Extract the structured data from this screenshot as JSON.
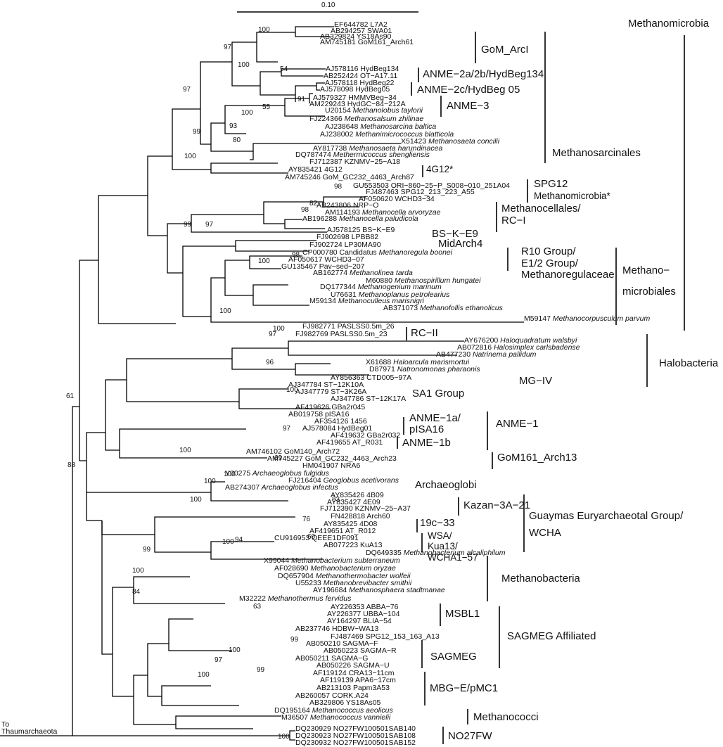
{
  "scale_label": "0.10",
  "outgroup": [
    "To",
    "Thaumarchaeota"
  ],
  "leaves": [
    {
      "id": "EF644782 L7A2",
      "sp": ""
    },
    {
      "id": "AB294257 SWA01",
      "sp": ""
    },
    {
      "id": "AB329824 YS18As90",
      "sp": ""
    },
    {
      "id": "AM745181 GoM161_Arch61",
      "sp": ""
    },
    {
      "id": "AJ578116 HydBeg134",
      "sp": ""
    },
    {
      "id": "AB252424 OT−A17.11",
      "sp": ""
    },
    {
      "id": "AJ578118 HydBeg22",
      "sp": ""
    },
    {
      "id": "AJ578098 HydBeg05",
      "sp": ""
    },
    {
      "id": "AJ579327 HMMVBeg−34",
      "sp": ""
    },
    {
      "id": "AM229243 HydGC−84−212A",
      "sp": ""
    },
    {
      "id": "U20154",
      "sp": "Methanolobus taylorii"
    },
    {
      "id": "FJ224366",
      "sp": "Methanosalsum zhilinae"
    },
    {
      "id": "AJ238648",
      "sp": "Methanosarcina baltica"
    },
    {
      "id": "AJ238002",
      "sp": "Methanimicrococcus blatticola"
    },
    {
      "id": "X51423",
      "sp": "Methanosaeta concilii"
    },
    {
      "id": "AY817738",
      "sp": "Methanosaeta harundinacea"
    },
    {
      "id": "DQ787474",
      "sp": "Methermicoccus shengliensis"
    },
    {
      "id": "FJ712387 KZNMV−25−A18",
      "sp": ""
    },
    {
      "id": "AY835421 4G12",
      "sp": ""
    },
    {
      "id": "AM745246 GoM_GC232_4463_Arch87",
      "sp": ""
    },
    {
      "id": "GU553503 ORI−860−25−P_S008−010_251A04",
      "sp": ""
    },
    {
      "id": "FJ487463 SPG12_213_223_A55",
      "sp": ""
    },
    {
      "id": "AF050620 WCHD3−34",
      "sp": ""
    },
    {
      "id": "AB243806 NRP−O",
      "sp": ""
    },
    {
      "id": "AM114193",
      "sp": "Methanocella arvoryzae"
    },
    {
      "id": "AB196288",
      "sp": "Methanocella paludicola"
    },
    {
      "id": "AJ578125 BS−K−E9",
      "sp": ""
    },
    {
      "id": "FJ902698 LPBB82",
      "sp": ""
    },
    {
      "id": "FJ902724 LP30MA90",
      "sp": ""
    },
    {
      "id": "CP000780 Candidatus",
      "sp": "Methanoregula boonei"
    },
    {
      "id": "AF050617 WCHD3−07",
      "sp": ""
    },
    {
      "id": "GU135467 Pav−sed−207",
      "sp": ""
    },
    {
      "id": "AB162774",
      "sp": "Methanolinea tarda"
    },
    {
      "id": "M60880",
      "sp": "Methanospirillum hungatei"
    },
    {
      "id": "DQ177344",
      "sp": "Methanogenium marinum"
    },
    {
      "id": "U76631",
      "sp": "Methanoplanus petrolearius"
    },
    {
      "id": "M59134",
      "sp": "Methanoculleus marisnigri"
    },
    {
      "id": "AB371073",
      "sp": "Methanofollis ethanolicus"
    },
    {
      "id": "M59147",
      "sp": "Methanocorpusculum parvum"
    },
    {
      "id": "FJ982771 PASLSS0.5m_26",
      "sp": ""
    },
    {
      "id": "FJ982769 PASLSS0.5m_23",
      "sp": ""
    },
    {
      "id": "AY676200",
      "sp": "Haloquadratum walsbyi"
    },
    {
      "id": "AB072816",
      "sp": "Halosimplex carlsbadense"
    },
    {
      "id": "AB477230",
      "sp": "Natrinema pallidum"
    },
    {
      "id": "X61688",
      "sp": "Haloarcula marismortui"
    },
    {
      "id": "D87971",
      "sp": "Natronomonas pharaonis"
    },
    {
      "id": "AY856363 CTD005−97A",
      "sp": ""
    },
    {
      "id": "AJ347784 ST−12K10A",
      "sp": ""
    },
    {
      "id": "AJ347779 ST−3K26A",
      "sp": ""
    },
    {
      "id": "AJ347786 ST−12K17A",
      "sp": ""
    },
    {
      "id": "AF419626 GBa2r045",
      "sp": ""
    },
    {
      "id": "AB019758 pISA16",
      "sp": ""
    },
    {
      "id": "AF354126 1456",
      "sp": ""
    },
    {
      "id": "AJ578084 HydBeg01",
      "sp": ""
    },
    {
      "id": "AF419632 GBa2r032",
      "sp": ""
    },
    {
      "id": "AF419655 AT_R031",
      "sp": ""
    },
    {
      "id": "AM746102 GoM140_Arch72",
      "sp": ""
    },
    {
      "id": "AM745227 GoM_GC232_4463_Arch23",
      "sp": ""
    },
    {
      "id": "HM041907 NRA6",
      "sp": ""
    },
    {
      "id": "Y00275",
      "sp": "Archaeoglobus fulgidus"
    },
    {
      "id": "FJ216404",
      "sp": "Geoglobus acetivorans"
    },
    {
      "id": "AB274307",
      "sp": "Archaeoglobus infectus"
    },
    {
      "id": "AY835426 4B09",
      "sp": ""
    },
    {
      "id": "AY835427 4E09",
      "sp": ""
    },
    {
      "id": "FJ712390 KZNMV−25−A37",
      "sp": ""
    },
    {
      "id": "FN428818 Arch60",
      "sp": ""
    },
    {
      "id": "AY835425 4D08",
      "sp": ""
    },
    {
      "id": "AF419651 AT_R012",
      "sp": ""
    },
    {
      "id": "CU916953 QEEE1DF091",
      "sp": ""
    },
    {
      "id": "AB077223 KuA13",
      "sp": ""
    },
    {
      "id": "DQ649335",
      "sp": "Methanobacterium alcaliphilum"
    },
    {
      "id": "X99044",
      "sp": "Methanobacterium subterraneum"
    },
    {
      "id": "AF028690",
      "sp": "Methanobacterium oryzae"
    },
    {
      "id": "DQ657904",
      "sp": "Methanothermobacter wolfeii"
    },
    {
      "id": "U55233",
      "sp": "Methanobrevibacter smithii"
    },
    {
      "id": "AY196684",
      "sp": "Methanosphaera stadtmanae"
    },
    {
      "id": "M32222",
      "sp": "Methanothermus fervidus"
    },
    {
      "id": "AY226353 ABBA−76",
      "sp": ""
    },
    {
      "id": "AY226377 UBBA−104",
      "sp": ""
    },
    {
      "id": "AY164297 BLIA−54",
      "sp": ""
    },
    {
      "id": "AB237746 HDBW−WA13",
      "sp": ""
    },
    {
      "id": "FJ487469 SPG12_153_163_A13",
      "sp": ""
    },
    {
      "id": "AB050210 SAGMA−F",
      "sp": ""
    },
    {
      "id": "AB050223 SAGMA−R",
      "sp": ""
    },
    {
      "id": "AB050211 SAGMA−G",
      "sp": ""
    },
    {
      "id": "AB050226 SAGMA−U",
      "sp": ""
    },
    {
      "id": "AF119124 CRA13−11cm",
      "sp": ""
    },
    {
      "id": "AF119139 APA6−17cm",
      "sp": ""
    },
    {
      "id": "AB213103 Papm3A53",
      "sp": ""
    },
    {
      "id": "AB260057 CORK.A24",
      "sp": ""
    },
    {
      "id": "AB329806 YS18As05",
      "sp": ""
    },
    {
      "id": "DQ195164",
      "sp": "Methanococcus aeolicus"
    },
    {
      "id": "M36507",
      "sp": "Methanococcus vannielii"
    },
    {
      "id": "DQ230929 NO27FW100501SAB140",
      "sp": ""
    },
    {
      "id": "DQ230923 NO27FW100501SAB108",
      "sp": ""
    },
    {
      "id": "DQ230932 NO27FW100501SAB152",
      "sp": ""
    }
  ],
  "bootstrap": [
    "100",
    "97",
    "100",
    "54",
    "97",
    "91",
    "55",
    "100",
    "93",
    "99",
    "80",
    "100",
    "98",
    "82",
    "98",
    "99",
    "97",
    "98",
    "100",
    "100",
    "100",
    "97",
    "96",
    "100",
    "61",
    "97",
    "100",
    "88",
    "69",
    "100",
    "100",
    "100",
    "83",
    "76",
    "60",
    "94",
    "100",
    "99",
    "100",
    "84",
    "63",
    "99",
    "100",
    "97",
    "99",
    "100",
    "100"
  ],
  "groups": [
    "GoM_ArcI",
    "ANME−2a/2b/HydBeg134",
    "ANME−2c/HydBeg 05",
    "ANME−3",
    "Methanosarcinales",
    "4G12*",
    "SPG12",
    "Methanomicrobia*",
    "Methanocellales/",
    "RC−I",
    "BS−K−E9",
    "MidArch4",
    "R10 Group/",
    "E1/2 Group/",
    "Methanoregulaceae",
    "Methano−",
    "microbiales",
    "RC−II",
    "MG−IV",
    "SA1 Group",
    "ANME−1a/",
    "pISA16",
    "ANME−1b",
    "ANME−1",
    "GoM161_Arch13",
    "Archaeoglobi",
    "Kazan−3A−21",
    "19c−33",
    "WSA/",
    "Kua13/",
    "WCHA1−57",
    "Guaymas Euryarchaeotal Group/",
    "WCHA",
    "Methanobacteria",
    "MSBL1",
    "SAGMEG",
    "SAGMEG Affiliated",
    "MBG−E/pMC1",
    "Methanococci",
    "NO27FW",
    "Methanomicrobia",
    "Halobacteria"
  ]
}
